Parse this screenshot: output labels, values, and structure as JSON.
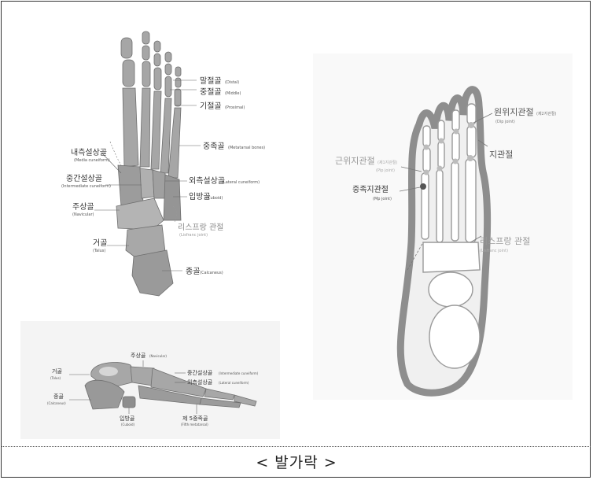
{
  "caption": "< 발가락 >",
  "top_diagram": {
    "labels": [
      {
        "ko": "말절골",
        "en": "(Distal)"
      },
      {
        "ko": "중절골",
        "en": "(Middle)"
      },
      {
        "ko": "기절골",
        "en": "(Proximal)"
      },
      {
        "ko": "중족골",
        "en": "(Metatarsal bones)"
      },
      {
        "ko": "내측설상골",
        "en": "(Media cuneiform)"
      },
      {
        "ko": "중간설상골",
        "en": "(Intermediate cuneiform)"
      },
      {
        "ko": "외측설상골",
        "en": "(Lateral cuneiform)"
      },
      {
        "ko": "입방골",
        "en": "(Cuboid)"
      },
      {
        "ko": "주상골",
        "en": "(Navicular)"
      },
      {
        "ko": "리스프랑 관절",
        "en": "(Lisfranc joint)"
      },
      {
        "ko": "거골",
        "en": "(Talus)"
      },
      {
        "ko": "종골",
        "en": "(Calcaneus)"
      }
    ]
  },
  "right_diagram": {
    "labels": [
      {
        "ko": "원위지관절",
        "ko2": "(제2지관절)",
        "en": "(Dip joint)"
      },
      {
        "ko": "근위지관절",
        "ko2": "(제1지관절)",
        "en": "(Pip joint)"
      },
      {
        "ko": "지관절",
        "ko2": "",
        "en": ""
      },
      {
        "ko": "중족지관절",
        "ko2": "",
        "en": "(Mp joint)"
      },
      {
        "ko": "리스프랑 관절",
        "ko2": "",
        "en": "(Lisfranc joint)"
      }
    ]
  },
  "side_diagram": {
    "labels": [
      {
        "ko": "주상골",
        "en": "(Navicular)"
      },
      {
        "ko": "거골",
        "en": "(Talus)"
      },
      {
        "ko": "중간설상골",
        "en": "(Intermediate cuneiform)"
      },
      {
        "ko": "외측설상골",
        "en": "(Lateral cuneiform)"
      },
      {
        "ko": "종골",
        "en": "(Calcaneus)"
      },
      {
        "ko": "입방골",
        "en": "(Cuboid)"
      },
      {
        "ko": "제 5중족골",
        "en": "(Fifth metatarsal)"
      }
    ]
  },
  "colors": {
    "bone": "#a9a9a9",
    "bone_dark": "#7d7d7d",
    "foot_outline": "#8f8f8f",
    "foot_fill": "#f2f2f2",
    "text": "#333333"
  }
}
